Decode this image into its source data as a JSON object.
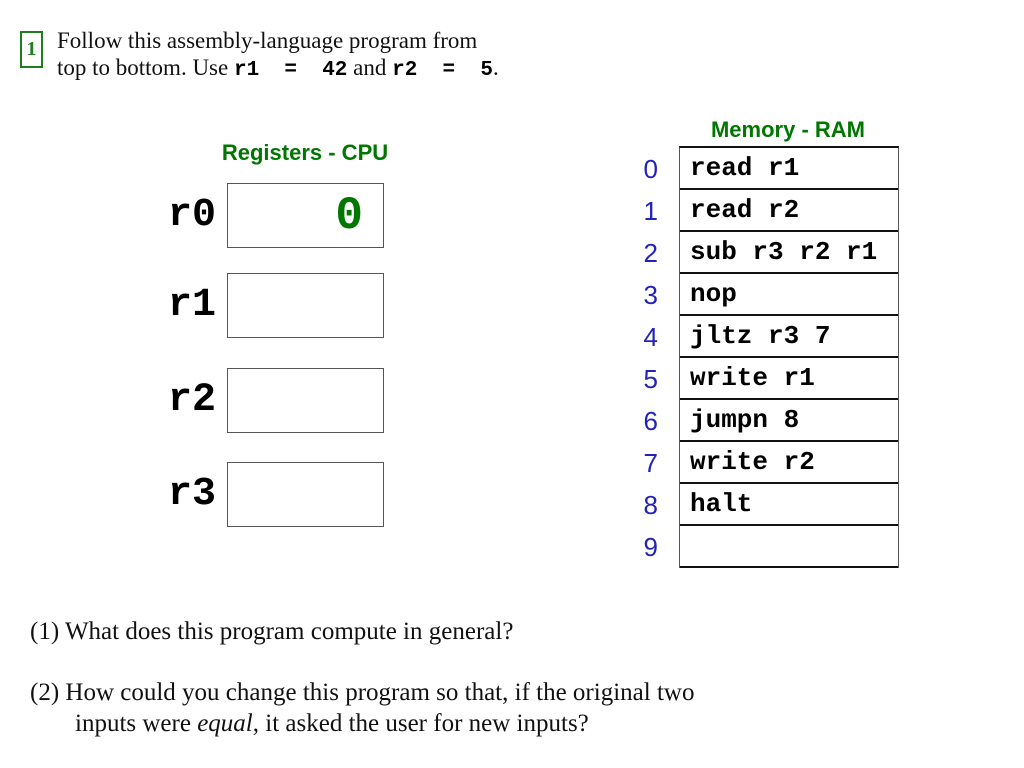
{
  "slide": {
    "note": {
      "number": "1",
      "lines": [
        [
          {
            "t": "Follow this assembly-language program from"
          }
        ],
        [
          {
            "t": "top to bottom. Use "
          },
          {
            "t": "r1  =  42",
            "code": true
          },
          {
            "t": " and "
          },
          {
            "t": "r2  =  5",
            "code": true
          },
          {
            "t": "."
          }
        ]
      ]
    },
    "registers": {
      "title": "Registers - CPU",
      "items": [
        {
          "name": "r0",
          "value": "0"
        },
        {
          "name": "r1",
          "value": ""
        },
        {
          "name": "r2",
          "value": ""
        },
        {
          "name": "r3",
          "value": ""
        }
      ]
    },
    "memory": {
      "title": "Memory - RAM",
      "cells": [
        {
          "address": "0",
          "instruction": "read r1"
        },
        {
          "address": "1",
          "instruction": "read r2"
        },
        {
          "address": "2",
          "instruction": "sub r3 r2 r1"
        },
        {
          "address": "3",
          "instruction": "nop"
        },
        {
          "address": "4",
          "instruction": "jltz r3 7"
        },
        {
          "address": "5",
          "instruction": "write r1"
        },
        {
          "address": "6",
          "instruction": "jumpn 8"
        },
        {
          "address": "7",
          "instruction": "write r2"
        },
        {
          "address": "8",
          "instruction": "halt"
        },
        {
          "address": "9",
          "instruction": ""
        }
      ]
    },
    "questions": [
      {
        "lines": [
          [
            {
              "t": "(1) What does this program compute in general?"
            }
          ]
        ]
      },
      {
        "lines": [
          [
            {
              "t": "(2) How could you change this program so that, if the original two"
            }
          ],
          [
            {
              "t": "inputs were "
            },
            {
              "t": "equal",
              "italic": true
            },
            {
              "t": ", it asked the user for new inputs?"
            }
          ]
        ]
      }
    ],
    "colors": {
      "green": "#007700",
      "blue": "#2222bb",
      "black": "#000000"
    }
  }
}
